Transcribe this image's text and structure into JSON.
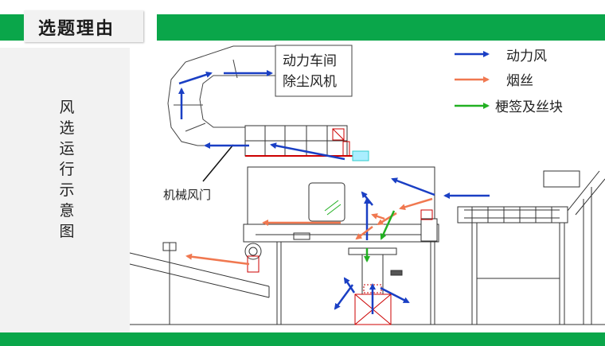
{
  "title": "选题理由",
  "side_text": "风选运行示意图",
  "labels": {
    "fan_line1": "动力车间",
    "fan_line2": "除尘风机",
    "damper": "机械风门"
  },
  "legend": [
    {
      "label": "动力风",
      "color": "#1a3fc4"
    },
    {
      "label": "烟丝",
      "color": "#f07850"
    },
    {
      "label": "梗签及丝块",
      "color": "#22b022"
    }
  ],
  "colors": {
    "accent": "#0aa64a",
    "panel": "#f2f2f2"
  }
}
